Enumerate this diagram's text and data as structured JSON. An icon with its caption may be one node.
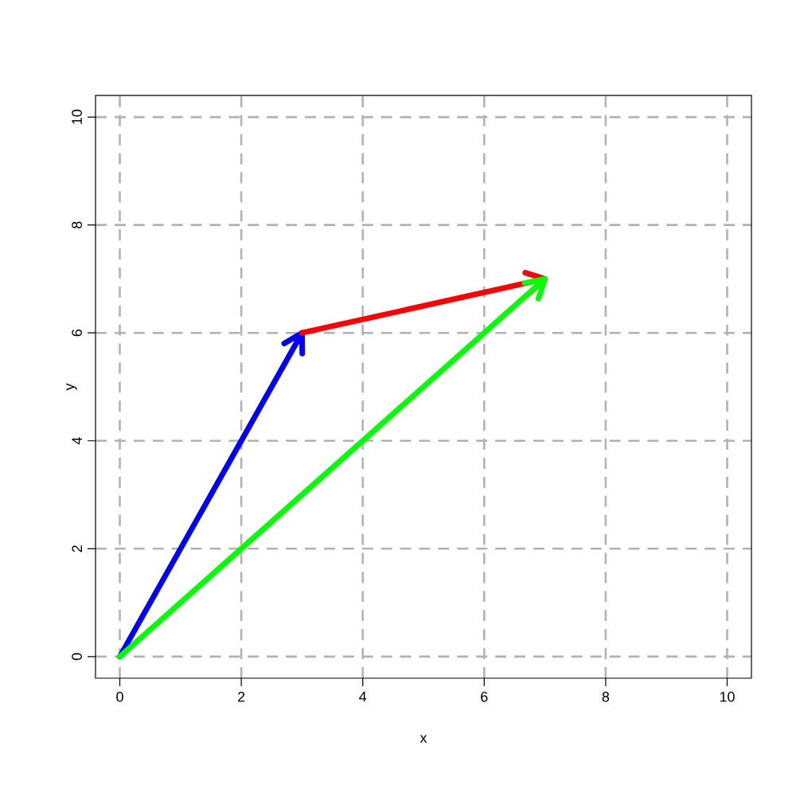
{
  "diagram": {
    "chart_data": {
      "type": "line",
      "xlabel": "x",
      "ylabel": "y",
      "xlim": [
        0,
        10
      ],
      "ylim": [
        0,
        10
      ],
      "grid": true,
      "xticks": [
        0,
        2,
        4,
        6,
        8,
        10
      ],
      "yticks": [
        0,
        2,
        4,
        6,
        8,
        10
      ],
      "series": [
        {
          "color": "#0000ff",
          "x": [
            0,
            3
          ],
          "values": [
            0,
            6
          ]
        },
        {
          "color": "#ff0000",
          "x": [
            3,
            7
          ],
          "values": [
            6,
            7
          ]
        },
        {
          "color": "#00ff00",
          "x": [
            0,
            7
          ],
          "values": [
            0,
            7
          ]
        }
      ]
    }
  }
}
